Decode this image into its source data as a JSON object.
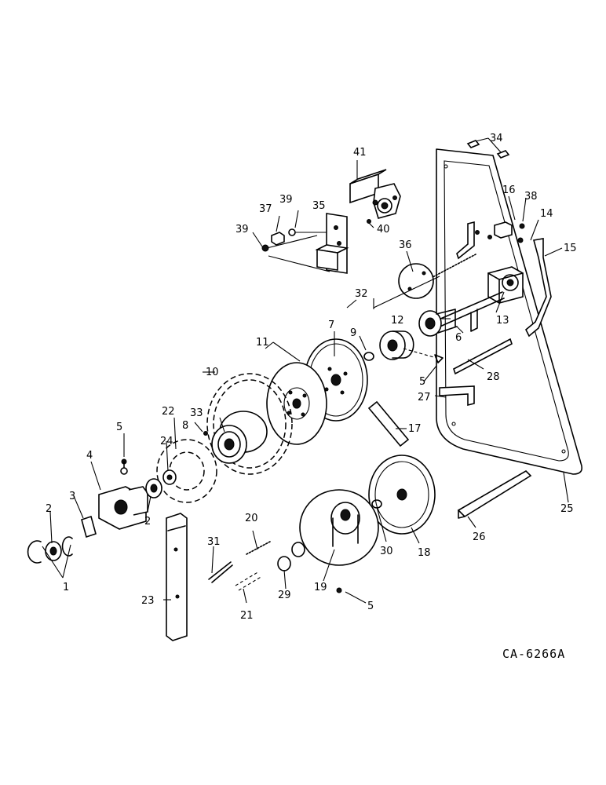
{
  "figure_code": "CA-6266A",
  "callouts": [
    "1",
    "2",
    "3",
    "4",
    "5",
    "2",
    "24",
    "22",
    "8",
    "33",
    "10",
    "11",
    "7",
    "9",
    "32",
    "12",
    "6",
    "5",
    "17",
    "27",
    "28",
    "30",
    "18",
    "19",
    "5",
    "29",
    "20",
    "21",
    "31",
    "23",
    "25",
    "26",
    "36",
    "35",
    "37",
    "39",
    "39",
    "41",
    "40",
    "16",
    "38",
    "14",
    "15",
    "13",
    "34"
  ]
}
